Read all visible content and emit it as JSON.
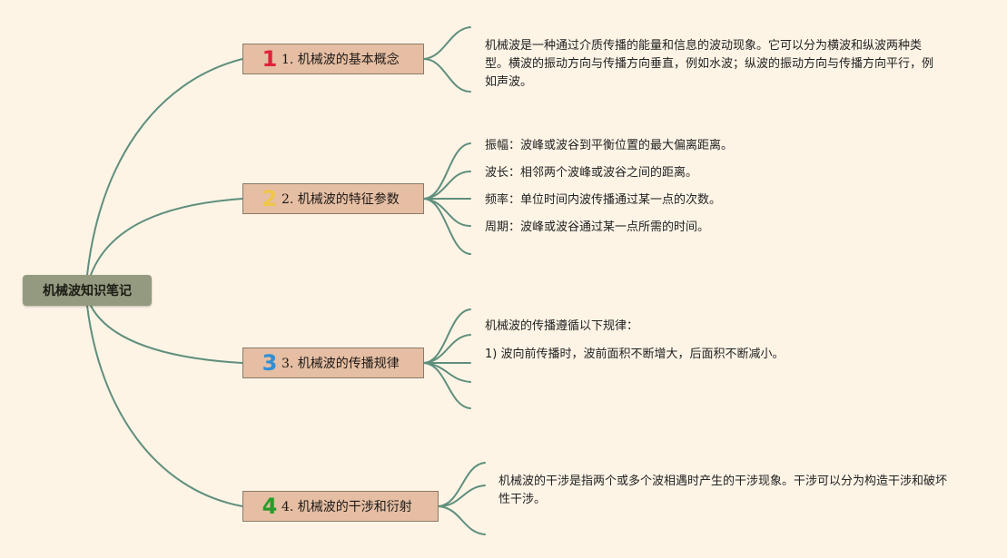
{
  "central": {
    "label": "机械波知识笔记"
  },
  "topics": [
    {
      "icon_digit": "1",
      "icon_color": "#e0223a",
      "label": "1. 机械波的基本概念",
      "items": [
        "机械波是一种通过介质传播的能量和信息的波动现象。它可以分为横波和纵波两种类型。横波的振动方向与传播方向垂直，例如水波；纵波的振动方向与传播方向平行，例如声波。"
      ]
    },
    {
      "icon_digit": "2",
      "icon_color": "#f0c64a",
      "label": "2. 机械波的特征参数",
      "items": [
        "振幅：波峰或波谷到平衡位置的最大偏离距离。",
        "波长：相邻两个波峰或波谷之间的距离。",
        "频率：单位时间内波传播通过某一点的次数。",
        "周期：波峰或波谷通过某一点所需的时间。"
      ]
    },
    {
      "icon_digit": "3",
      "icon_color": "#2e8fd6",
      "label": "3. 机械波的传播规律",
      "items": [
        "机械波的传播遵循以下规律：",
        "1) 波向前传播时，波前面积不断增大，后面积不断减小。"
      ]
    },
    {
      "icon_digit": "4",
      "icon_color": "#2a9c2a",
      "label": "4. 机械波的干涉和衍射",
      "items": [
        "机械波的干涉是指两个或多个波相遇时产生的干涉现象。干涉可以分为构造干涉和破坏性干涉。"
      ]
    }
  ],
  "colors": {
    "background": "#fdf4e6",
    "central_fill": "#949a80",
    "topic_fill": "#e5bea3",
    "link": "#5f8f7c"
  }
}
